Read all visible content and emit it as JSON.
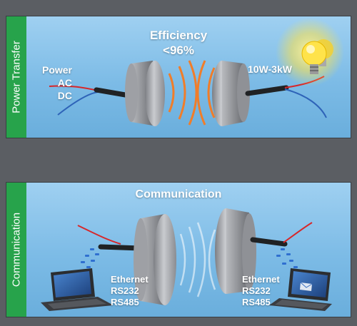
{
  "power_panel": {
    "side_label": "Power Transfer",
    "title_line1": "Efficiency",
    "title_line2": "<96%",
    "input_labels": [
      "Power",
      "AC",
      "DC"
    ],
    "output_label": "10W-3kW",
    "wave_color": "#f07d2a"
  },
  "comm_panel": {
    "side_label": "Communication",
    "title": "Communication",
    "left_ports": [
      "Ethernet",
      "RS232",
      "RS485"
    ],
    "right_ports": [
      "Ethernet",
      "RS232",
      "RS485"
    ],
    "wave_color": "#ffffff"
  },
  "colors": {
    "tab_green": "#27a34b",
    "panel_blue": "#86c3ea",
    "bulb_yellow": "#ffe34a"
  }
}
